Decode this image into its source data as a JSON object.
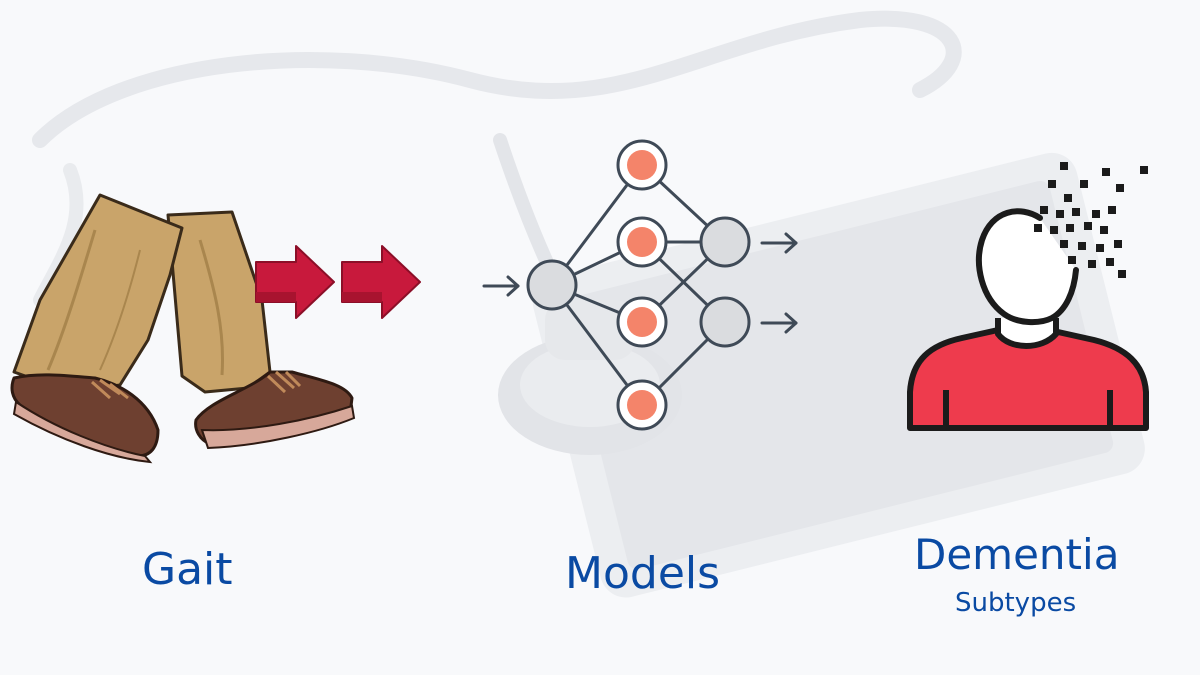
{
  "labels": {
    "input": "Gait",
    "process": "Models",
    "output_main": "Dementia",
    "output_sub": "Subtypes"
  },
  "colors": {
    "label_blue": "#0a4aa3",
    "node_orange": "#f4846a",
    "node_gray": "#dadcdf",
    "edge_stroke": "#3f4a57",
    "arrow_red": "#c8193c",
    "shirt_red": "#ee3b4d",
    "pants_tan": "#c9a46a",
    "shoe_brown": "#6e4030"
  },
  "icons": {
    "input_illustration": "walking-legs-icon",
    "flow_arrows": "double-red-arrow-icon",
    "network": "neural-network-icon",
    "person": "person-head-dissolving-icon"
  }
}
